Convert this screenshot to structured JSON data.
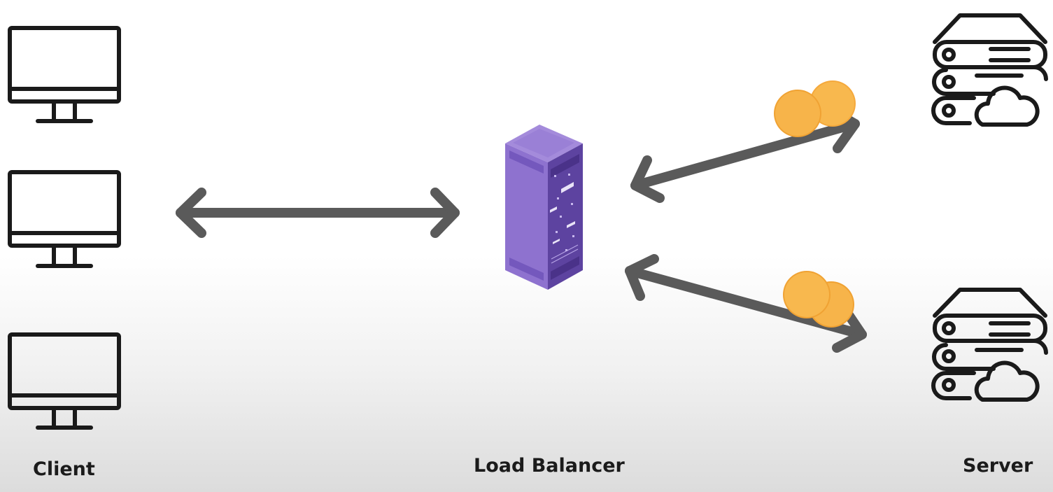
{
  "labels": {
    "client": "Client",
    "load_balancer": "Load Balancer",
    "server": "Server"
  },
  "nodes": {
    "clients": [
      {
        "icon": "monitor-icon"
      },
      {
        "icon": "monitor-icon"
      },
      {
        "icon": "monitor-icon"
      }
    ],
    "load_balancer": {
      "icon": "server-rack-icon"
    },
    "servers": [
      {
        "icon": "cloud-server-icon"
      },
      {
        "icon": "cloud-server-icon"
      }
    ]
  },
  "connections": [
    {
      "from": "client",
      "to": "load_balancer",
      "direction": "bidirectional"
    },
    {
      "from": "load_balancer",
      "to": "server-1",
      "direction": "bidirectional"
    },
    {
      "from": "load_balancer",
      "to": "server-2",
      "direction": "bidirectional"
    }
  ],
  "colors": {
    "line": "#1a1a1a",
    "arrow": "#5a5a5a",
    "rack_front": "#6c4fad",
    "rack_side": "#8e72cf",
    "rack_top": "#a48bdb",
    "token": "#f7b54a"
  }
}
